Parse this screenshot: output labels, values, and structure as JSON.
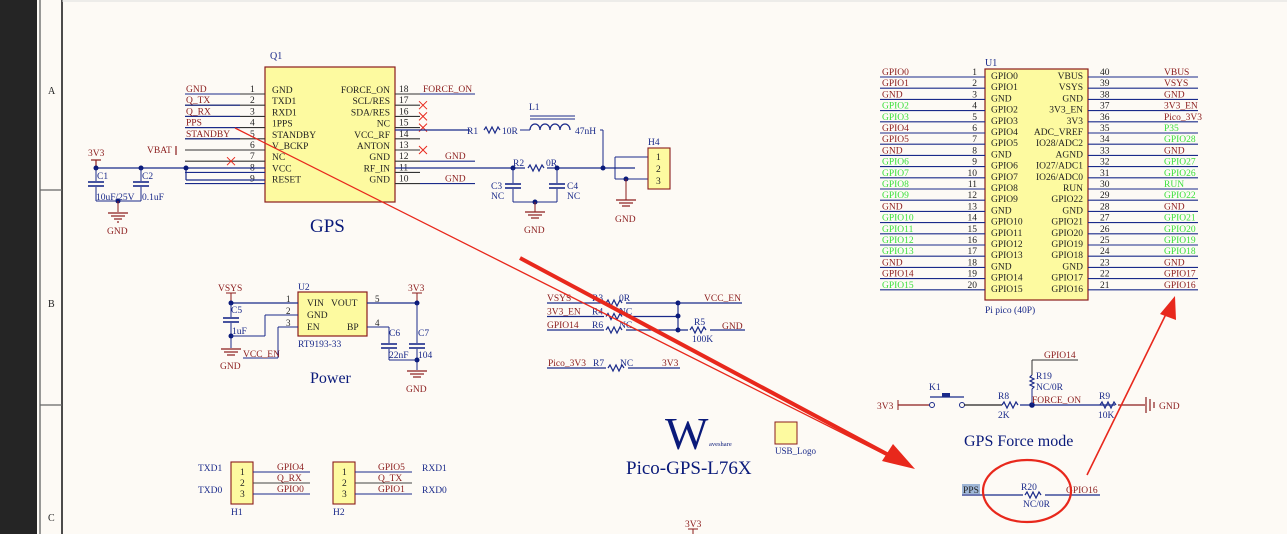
{
  "border": {
    "zones": [
      "A",
      "B",
      "C"
    ]
  },
  "gps": {
    "designator": "Q1",
    "title": "GPS",
    "left_pins": [
      {
        "num": "1",
        "name": "GND",
        "net": "GND"
      },
      {
        "num": "2",
        "name": "TXD1",
        "net": "Q_TX"
      },
      {
        "num": "3",
        "name": "RXD1",
        "net": "Q_RX"
      },
      {
        "num": "4",
        "name": "1PPS",
        "net": "PPS"
      },
      {
        "num": "5",
        "name": "STANDBY",
        "net": "STANDBY"
      },
      {
        "num": "6",
        "name": "V_BCKP",
        "net": "VBAT"
      },
      {
        "num": "7",
        "name": "NC",
        "net": ""
      },
      {
        "num": "8",
        "name": "VCC",
        "net": ""
      },
      {
        "num": "9",
        "name": "RESET",
        "net": ""
      }
    ],
    "right_pins": [
      {
        "num": "18",
        "name": "FORCE_ON",
        "net": "FORCE_ON"
      },
      {
        "num": "17",
        "name": "SCL/RES",
        "net": ""
      },
      {
        "num": "16",
        "name": "SDA/RES",
        "net": ""
      },
      {
        "num": "15",
        "name": "NC",
        "net": ""
      },
      {
        "num": "14",
        "name": "VCC_RF",
        "net": ""
      },
      {
        "num": "13",
        "name": "ANTON",
        "net": ""
      },
      {
        "num": "12",
        "name": "GND",
        "net": "GND"
      },
      {
        "num": "11",
        "name": "RF_IN",
        "net": ""
      },
      {
        "num": "10",
        "name": "GND",
        "net": "GND"
      }
    ],
    "c1": {
      "ref": "C1",
      "value": "10uF/25V"
    },
    "c2": {
      "ref": "C2",
      "value": "0.1uF"
    },
    "power_label": "3V3",
    "gnd_label": "GND",
    "r1": {
      "ref": "R1",
      "value": "10R"
    },
    "l1": {
      "ref": "L1",
      "value": "47nH"
    },
    "r2": {
      "ref": "R2",
      "value": "0R"
    },
    "c3": {
      "ref": "C3",
      "value": "NC"
    },
    "c4": {
      "ref": "C4",
      "value": "NC"
    },
    "h4": {
      "ref": "H4",
      "pins": [
        "1",
        "2",
        "3"
      ]
    }
  },
  "pico": {
    "designator": "U1",
    "footprint": "Pi pico (40P)",
    "left_pins": [
      {
        "num": "1",
        "name": "GPIO0",
        "net": "GPIO0",
        "color": "red"
      },
      {
        "num": "2",
        "name": "GPIO1",
        "net": "GPIO1",
        "color": "red"
      },
      {
        "num": "3",
        "name": "GND",
        "net": "GND",
        "color": "red"
      },
      {
        "num": "4",
        "name": "GPIO2",
        "net": "GPIO2",
        "color": "green"
      },
      {
        "num": "5",
        "name": "GPIO3",
        "net": "GPIO3",
        "color": "green"
      },
      {
        "num": "6",
        "name": "GPIO4",
        "net": "GPIO4",
        "color": "red"
      },
      {
        "num": "7",
        "name": "GPIO5",
        "net": "GPIO5",
        "color": "red"
      },
      {
        "num": "8",
        "name": "GND",
        "net": "GND",
        "color": "red"
      },
      {
        "num": "9",
        "name": "GPIO6",
        "net": "GPIO6",
        "color": "green"
      },
      {
        "num": "10",
        "name": "GPIO7",
        "net": "GPIO7",
        "color": "green"
      },
      {
        "num": "11",
        "name": "GPIO8",
        "net": "GPIO8",
        "color": "green"
      },
      {
        "num": "12",
        "name": "GPIO9",
        "net": "GPIO9",
        "color": "green"
      },
      {
        "num": "13",
        "name": "GND",
        "net": "GND",
        "color": "red"
      },
      {
        "num": "14",
        "name": "GPIO10",
        "net": "GPIO10",
        "color": "green"
      },
      {
        "num": "15",
        "name": "GPIO11",
        "net": "GPIO11",
        "color": "green"
      },
      {
        "num": "16",
        "name": "GPIO12",
        "net": "GPIO12",
        "color": "green"
      },
      {
        "num": "17",
        "name": "GPIO13",
        "net": "GPIO13",
        "color": "green"
      },
      {
        "num": "18",
        "name": "GND",
        "net": "GND",
        "color": "red"
      },
      {
        "num": "19",
        "name": "GPIO14",
        "net": "GPIO14",
        "color": "red"
      },
      {
        "num": "20",
        "name": "GPIO15",
        "net": "GPIO15",
        "color": "green"
      }
    ],
    "right_pins": [
      {
        "num": "40",
        "name": "VBUS",
        "net": "VBUS",
        "color": "red"
      },
      {
        "num": "39",
        "name": "VSYS",
        "net": "VSYS",
        "color": "red"
      },
      {
        "num": "38",
        "name": "GND",
        "net": "GND",
        "color": "red"
      },
      {
        "num": "37",
        "name": "3V3_EN",
        "net": "3V3_EN",
        "color": "red"
      },
      {
        "num": "36",
        "name": "3V3",
        "net": "Pico_3V3",
        "color": "red"
      },
      {
        "num": "35",
        "name": "ADC_VREF",
        "net": "P35",
        "color": "green"
      },
      {
        "num": "34",
        "name": "IO28/ADC2",
        "net": "GPIO28",
        "color": "green"
      },
      {
        "num": "33",
        "name": "AGND",
        "net": "GND",
        "color": "red"
      },
      {
        "num": "32",
        "name": "IO27/ADC1",
        "net": "GPIO27",
        "color": "green"
      },
      {
        "num": "31",
        "name": "IO26/ADC0",
        "net": "GPIO26",
        "color": "green"
      },
      {
        "num": "30",
        "name": "RUN",
        "net": "RUN",
        "color": "green"
      },
      {
        "num": "29",
        "name": "GPIO22",
        "net": "GPIO22",
        "color": "green"
      },
      {
        "num": "28",
        "name": "GND",
        "net": "GND",
        "color": "red"
      },
      {
        "num": "27",
        "name": "GPIO21",
        "net": "GPIO21",
        "color": "green"
      },
      {
        "num": "26",
        "name": "GPIO20",
        "net": "GPIO20",
        "color": "green"
      },
      {
        "num": "25",
        "name": "GPIO19",
        "net": "GPIO19",
        "color": "green"
      },
      {
        "num": "24",
        "name": "GPIO18",
        "net": "GPIO18",
        "color": "green"
      },
      {
        "num": "23",
        "name": "GND",
        "net": "GND",
        "color": "red"
      },
      {
        "num": "22",
        "name": "GPIO17",
        "net": "GPIO17",
        "color": "red"
      },
      {
        "num": "21",
        "name": "GPIO16",
        "net": "GPIO16",
        "color": "red"
      }
    ]
  },
  "power": {
    "title": "Power",
    "designator": "U2",
    "part": "RT9193-33",
    "left_pins": [
      {
        "num": "1",
        "name": "VIN"
      },
      {
        "num": "2",
        "name": "GND"
      },
      {
        "num": "3",
        "name": "EN"
      }
    ],
    "right_pins": [
      {
        "num": "5",
        "name": "VOUT"
      },
      {
        "num": "4",
        "name": "BP"
      }
    ],
    "vsys_label": "VSYS",
    "vout_label": "3V3",
    "en_net": "VCC_EN",
    "gnd_label": "GND",
    "c5": {
      "ref": "C5",
      "value": "1uF"
    },
    "c6": {
      "ref": "C6",
      "value": "22nF"
    },
    "c7": {
      "ref": "C7",
      "value": "104"
    }
  },
  "enable_net": {
    "rows": [
      {
        "net": "VSYS",
        "ref": "R3",
        "value": "0R"
      },
      {
        "net": "3V3_EN",
        "ref": "R4",
        "value": "NC"
      },
      {
        "net": "GPIO14",
        "ref": "R6",
        "value": "NC"
      }
    ],
    "out_net": "VCC_EN",
    "r5": {
      "ref": "R5",
      "value": "100K"
    },
    "gnd": "GND",
    "r7": {
      "left_net": "Pico_3V3",
      "ref": "R7",
      "value": "NC",
      "right_net": "3V3"
    }
  },
  "logo": {
    "letter": "W",
    "suffix": "aveshare",
    "board_name": "Pico-GPS-L76X",
    "usb_logo_label": "USB_Logo"
  },
  "force_mode": {
    "title": "GPS Force mode",
    "left_net": "3V3",
    "switch_ref": "K1",
    "r8": {
      "ref": "R8",
      "value": "2K"
    },
    "r19": {
      "ref": "R19",
      "value": "NC/0R"
    },
    "gpio_net": "GPIO14",
    "mid_net": "FORCE_ON",
    "r9": {
      "ref": "R9",
      "value": "10K"
    },
    "gnd": "GND"
  },
  "pps_link": {
    "left_net": "PPS",
    "ref": "R20",
    "value": "NC/0R",
    "right_net": "GPIO16"
  },
  "headers": {
    "h1": {
      "ref": "H1",
      "labels_left": [
        "TXD1",
        "TXD0"
      ],
      "pins": [
        "1",
        "2",
        "3"
      ],
      "nets": [
        "GPIO4",
        "Q_RX",
        "GPIO0"
      ]
    },
    "h2": {
      "ref": "H2",
      "labels_right": [
        "RXD1",
        "RXD0"
      ],
      "pins": [
        "1",
        "2",
        "3"
      ],
      "nets": [
        "GPIO5",
        "Q_TX",
        "GPIO1"
      ]
    }
  },
  "bottom_power_label": "3V3",
  "colors": {
    "wire": "#1a2a8a",
    "net_label": "#8b1c1c",
    "net_label_alt": "#3ce03c",
    "component_fill": "#fdfaa0",
    "component_stroke": "#8b1c1c",
    "annotation": "#e8281c",
    "title_text": "#0a1a7a"
  }
}
